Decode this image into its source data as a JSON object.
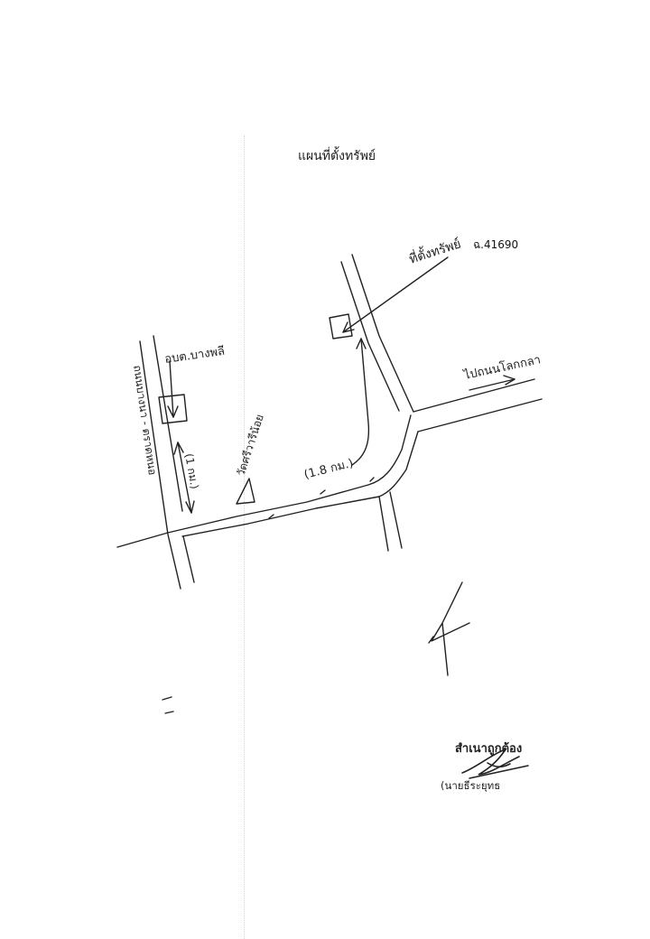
{
  "title": "แผนที่ตั้งทรัพย์",
  "deed_number": "ฉ.41690",
  "labels": {
    "property_location": "ที่ตั้งทรัพย์",
    "to_road": "ไปถนนโลกกลา",
    "main_road": "ถนนบางนา - ตราดหนอ",
    "office": "อบต.บางพลี",
    "temple": "วัดศรีวารีน้อย",
    "km_left": "(1 กม.)",
    "km_right": "(1.8 กม.)"
  },
  "certify_text": "สำเนาถูกต้อง",
  "signer_text": "(นายธีระยุทธ"
}
